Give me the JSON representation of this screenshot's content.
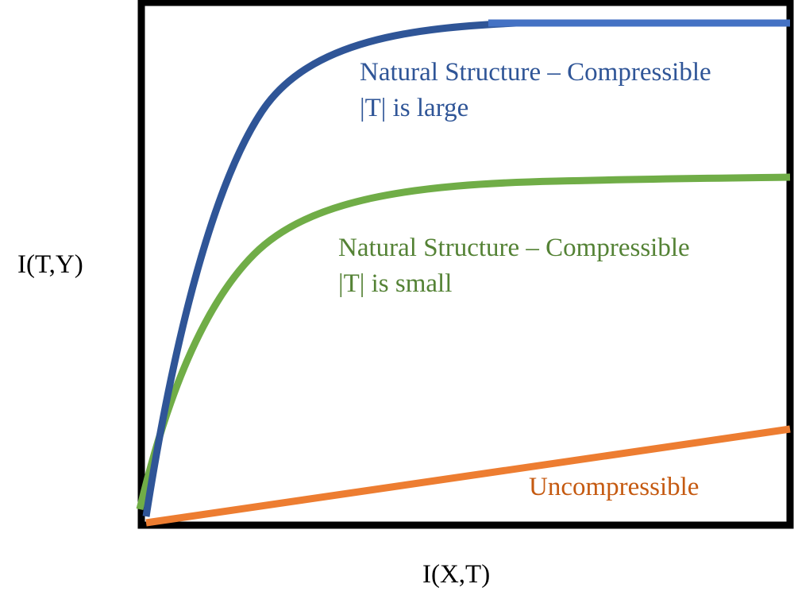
{
  "axes": {
    "y_label": "I(T,Y)",
    "x_label": "I(X,T)"
  },
  "curves": {
    "large": {
      "label_line1": "Natural Structure – Compressible",
      "label_line2": "|T| is large",
      "color": "#2F5597",
      "segment_color": "#4472C4"
    },
    "small": {
      "label_line1": "Natural Structure – Compressible",
      "label_line2": "|T| is small",
      "color": "#70AD47"
    },
    "uncompressible": {
      "label": "Uncompressible",
      "color": "#ED7D31"
    }
  },
  "frame_color": "#000000"
}
